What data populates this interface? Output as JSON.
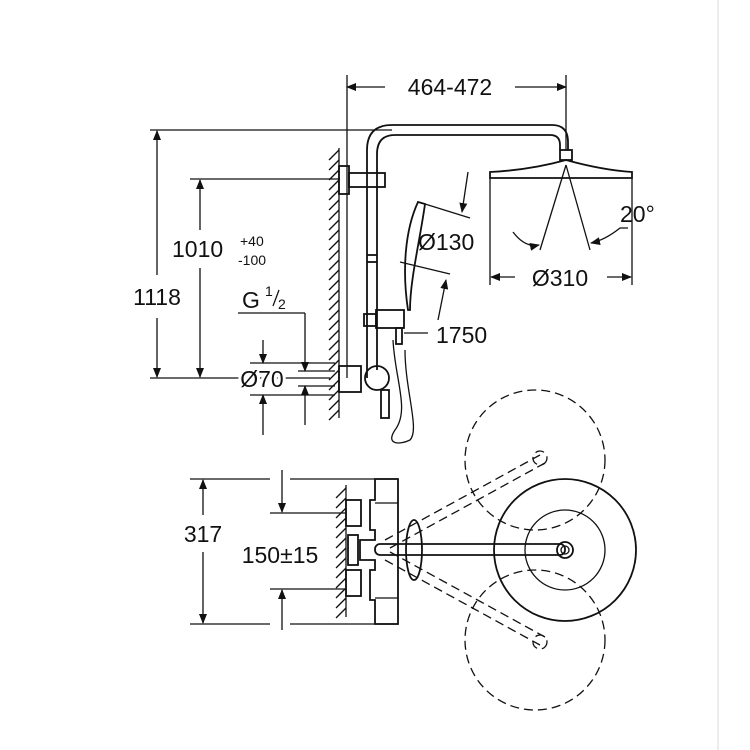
{
  "title": "Shower system dimension drawing",
  "dimensions": {
    "arm_projection": "464-472",
    "total_height": "1118",
    "rail_height": "1010",
    "rail_tol_plus": "+40",
    "rail_tol_minus": "-100",
    "thread_prefix": "G",
    "thread_num": "1",
    "thread_den": "2",
    "inlet_diameter": "Ø70",
    "hand_shower_diameter": "Ø130",
    "head_diameter": "Ø310",
    "tilt_angle": "20°",
    "hose_length": "1750",
    "depth": "317",
    "inlet_spacing": "150±15"
  },
  "colors": {
    "line": "#111111",
    "border": "#d8d8d8"
  }
}
